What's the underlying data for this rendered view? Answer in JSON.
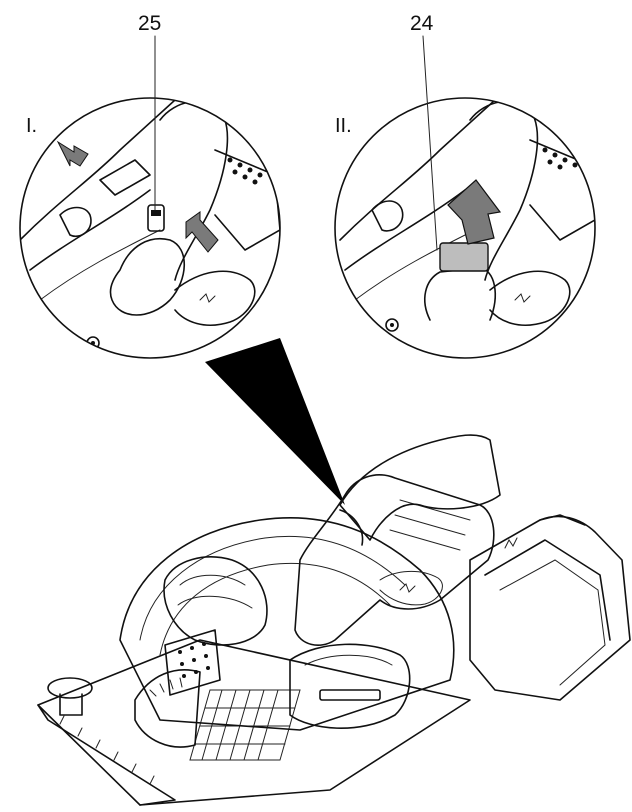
{
  "callouts": {
    "part_25": "25",
    "part_24": "24"
  },
  "steps": {
    "step_1": "I.",
    "step_2": "II."
  },
  "colors": {
    "ink": "#111111",
    "arrow_fill": "#7a7a7a",
    "highlight": "#bdbdbd",
    "background": "#ffffff"
  }
}
